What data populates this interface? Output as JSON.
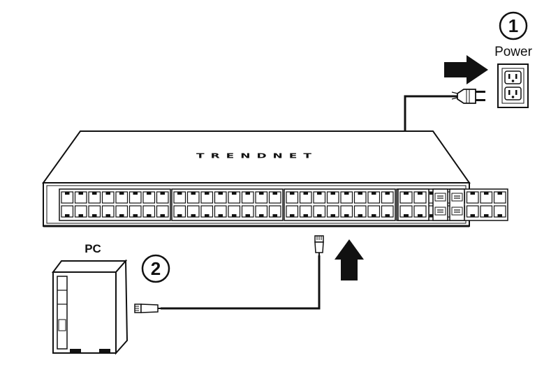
{
  "steps": [
    {
      "number": "1",
      "label": "Power"
    },
    {
      "number": "2",
      "label": "PC"
    }
  ],
  "device": {
    "brand": "TRENDNET",
    "port_groups": 4,
    "ports_per_group": 8,
    "uplink_ports": 4,
    "sfp_slots": 4
  },
  "icons": [
    "power-outlet-icon",
    "power-plug-icon",
    "ethernet-plug-icon",
    "pc-tower-icon",
    "arrow-right-icon",
    "arrow-up-icon"
  ],
  "colors": {
    "ink": "#111111",
    "paper": "#ffffff"
  }
}
